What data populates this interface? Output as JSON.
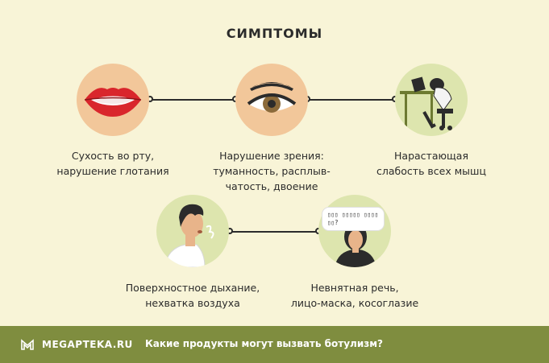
{
  "title": "СИМПТОМЫ",
  "symptoms": [
    {
      "line1": "Сухость во рту,",
      "line2": "нарушение глотания",
      "icon": "lips-icon"
    },
    {
      "line1": "Нарушение зрения:",
      "line2": "туманность, расплыв-",
      "line3": "чатость, двоение",
      "icon": "eye-icon"
    },
    {
      "line1": "Нарастающая",
      "line2": "слабость всех мышц",
      "icon": "tired-person-icon"
    },
    {
      "line1": "Поверхностное дыхание,",
      "line2": "нехватка воздуха",
      "icon": "breathing-person-icon"
    },
    {
      "line1": "Невнятная речь,",
      "line2": "лицо-маска, косоглазие",
      "icon": "speaking-woman-icon",
      "bubble": "▯▯▯ ▯▯▯▯▯ ▯▯▯▯▯▯?"
    }
  ],
  "footer": {
    "brand": "MEGAPTEKA.RU",
    "link": "Какие продукты могут вызвать ботулизм?"
  },
  "colors": {
    "background": "#f8f4d7",
    "circle": "#f2c79a",
    "circle_green": "#dde5ae",
    "footer": "#7f8d3f"
  }
}
